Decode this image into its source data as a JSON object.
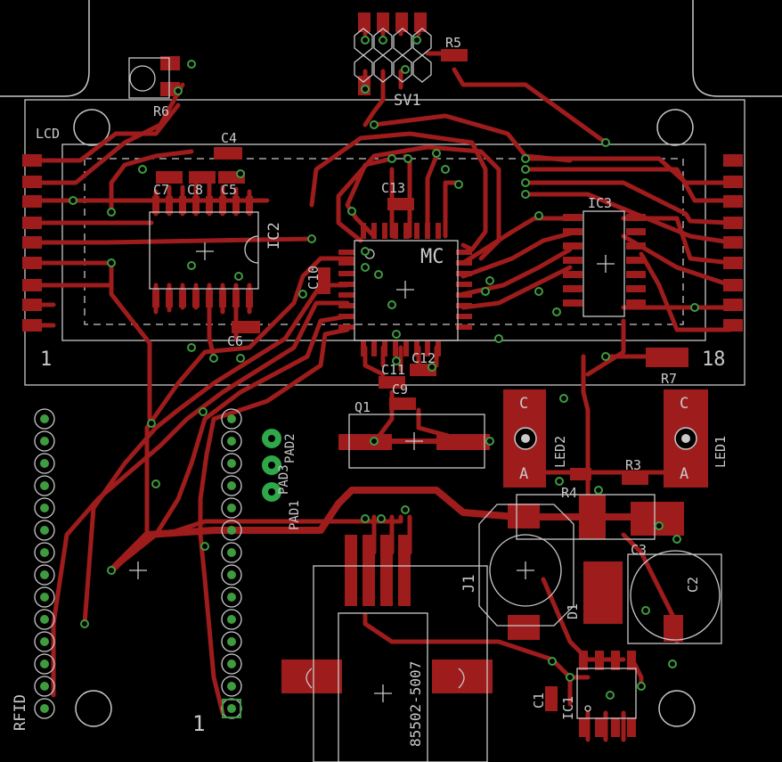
{
  "colors": {
    "background": "#000000",
    "copper": "#9e1c1c",
    "silkscreen": "#c9c9c9",
    "via_ring": "#3f9b3f",
    "pad_green": "#2fa84a"
  },
  "labels": {
    "lcd": "LCD",
    "lcd_pin1": "1",
    "lcd_pin18": "18",
    "rfid": "RFID",
    "header_pin1": "1",
    "mc": "MC",
    "ic2": "IC2",
    "ic3": "IC3",
    "ic1": "IC1",
    "r5": "R5",
    "r6": "R6",
    "r7": "R7",
    "r3": "R3",
    "r4": "R4",
    "sv1": "SV1",
    "c4": "C4",
    "c7": "C7",
    "c8": "C8",
    "c5": "C5",
    "c6": "C6",
    "c10": "C10",
    "c13": "C13",
    "c11": "C11",
    "c12": "C12",
    "c9": "C9",
    "c3": "C3",
    "c2": "C2",
    "c1": "C1",
    "q1": "Q1",
    "led1": "LED1",
    "led2": "LED2",
    "led_c": "C",
    "led_a": "A",
    "j1": "J1",
    "d1": "D1",
    "usb": "85502-5007",
    "pad1": "PAD1",
    "pad2": "PAD2",
    "pad3": "PAD3"
  }
}
